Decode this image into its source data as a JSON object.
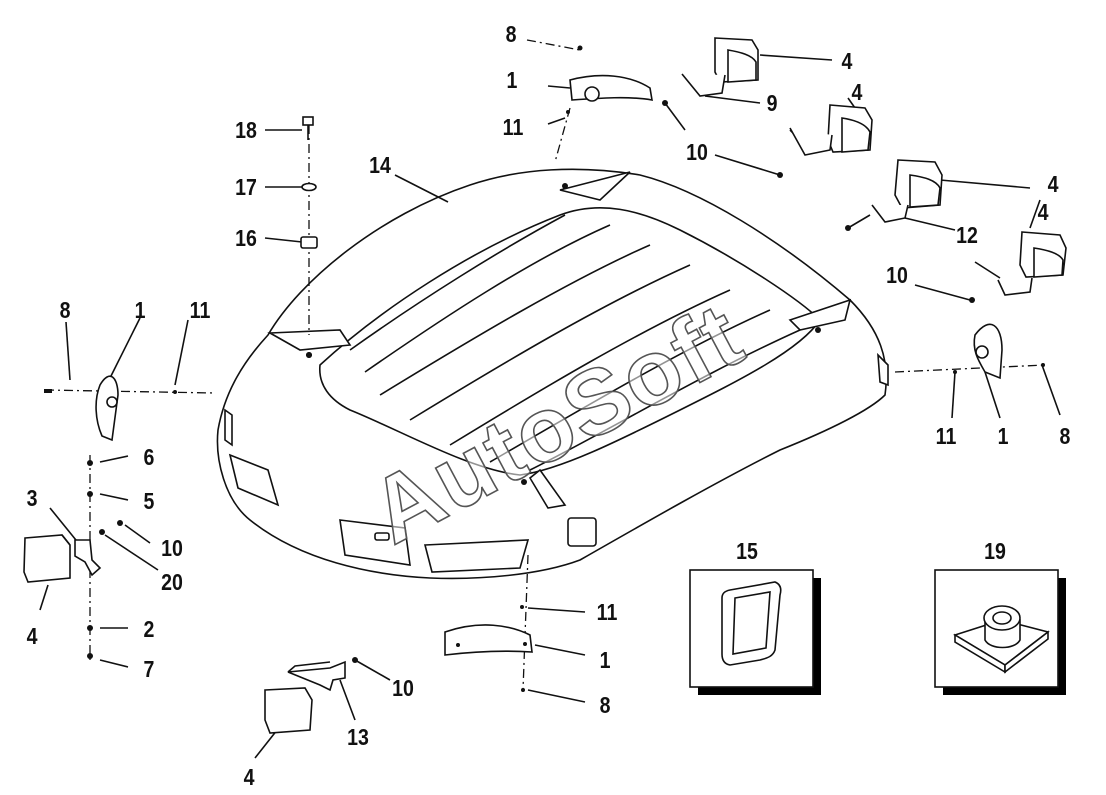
{
  "watermark": "AutoSoft",
  "callouts": {
    "c1": "8",
    "c2": "1",
    "c3": "11",
    "c4": "4",
    "c5": "9",
    "c6": "10",
    "c7": "4",
    "c8": "18",
    "c9": "17",
    "c10": "16",
    "c11": "14",
    "c12": "4",
    "c13": "12",
    "c14": "10",
    "c15": "4",
    "c16": "8",
    "c17": "1",
    "c18": "11",
    "c19": "11",
    "c20": "1",
    "c21": "8",
    "c22": "6",
    "c23": "5",
    "c24": "3",
    "c25": "10",
    "c26": "20",
    "c27": "4",
    "c28": "2",
    "c29": "7",
    "c30": "11",
    "c31": "1",
    "c32": "8",
    "c33": "10",
    "c34": "13",
    "c35": "4",
    "c36": "15",
    "c37": "19"
  },
  "insets": [
    {
      "label": "15",
      "content": "seal-gasket"
    },
    {
      "label": "19",
      "content": "mount-grommet"
    }
  ],
  "icons": [
    "roof-panel",
    "work-lamp",
    "lamp-bracket",
    "lamp-shield",
    "bolt",
    "washer",
    "nut",
    "gasket",
    "grommet"
  ]
}
